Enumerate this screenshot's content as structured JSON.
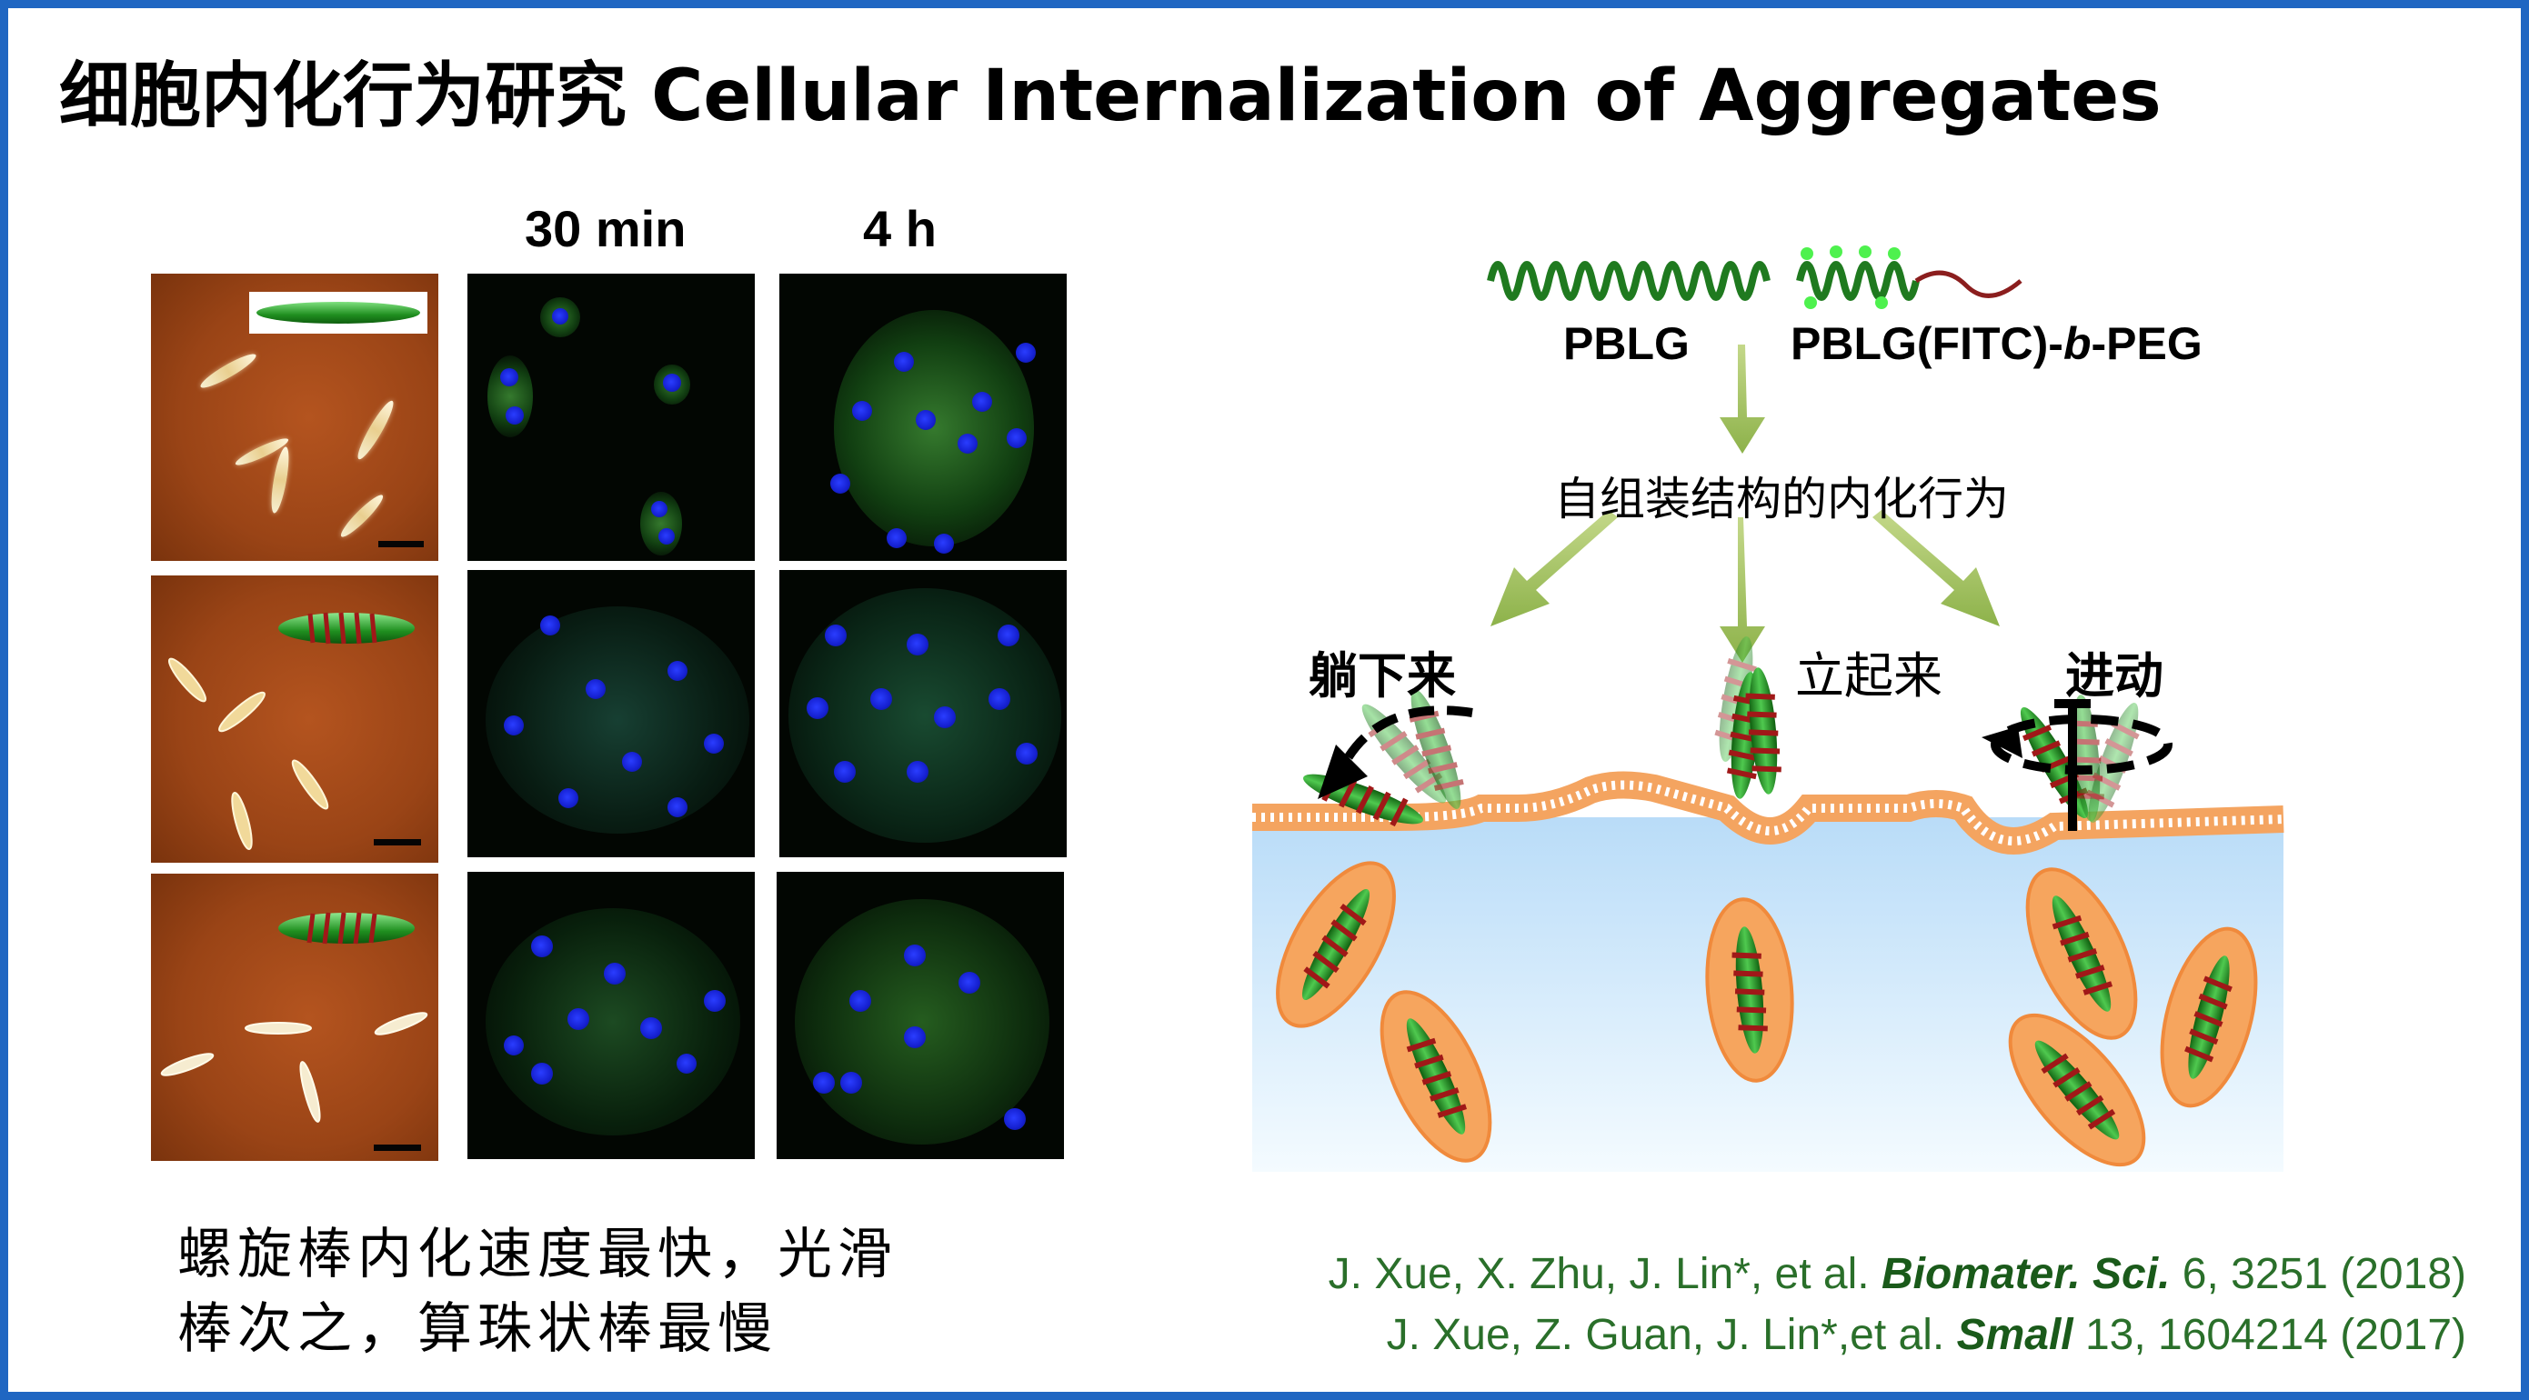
{
  "title": "细胞内化行为研究  Cellular Internalization of Aggregates",
  "columns": {
    "time1": "30 min",
    "time2": "4 h"
  },
  "caption": {
    "line1": "螺旋棒内化速度最快，光滑",
    "line2": "棒次之，算珠状棒最慢"
  },
  "diagram": {
    "pblg": "PBLG",
    "pblg_peg_prefix": "PBLG(FITC)-",
    "pblg_peg_italic": "b",
    "pblg_peg_suffix": "-PEG",
    "center_label": "自组装结构的内化行为",
    "lie_down": "躺下来",
    "stand_up": "立起来",
    "advance": "进动"
  },
  "refs": {
    "ref1_authors": "J. Xue, X. Zhu, J. Lin*, et al. ",
    "ref1_journal": "Biomater. Sci.",
    "ref1_tail": " 6, 3251 (2018)",
    "ref2_authors": "J. Xue, Z. Guan, J. Lin*,et al. ",
    "ref2_journal": "Small",
    "ref2_tail": " 13, 1604214 (2017)"
  },
  "colors": {
    "frame": "#1f66c2",
    "ref_text": "#2a6f2a",
    "membrane": "#f4a460",
    "rod_green": "#2e9e2e",
    "band_red": "#b02020"
  }
}
